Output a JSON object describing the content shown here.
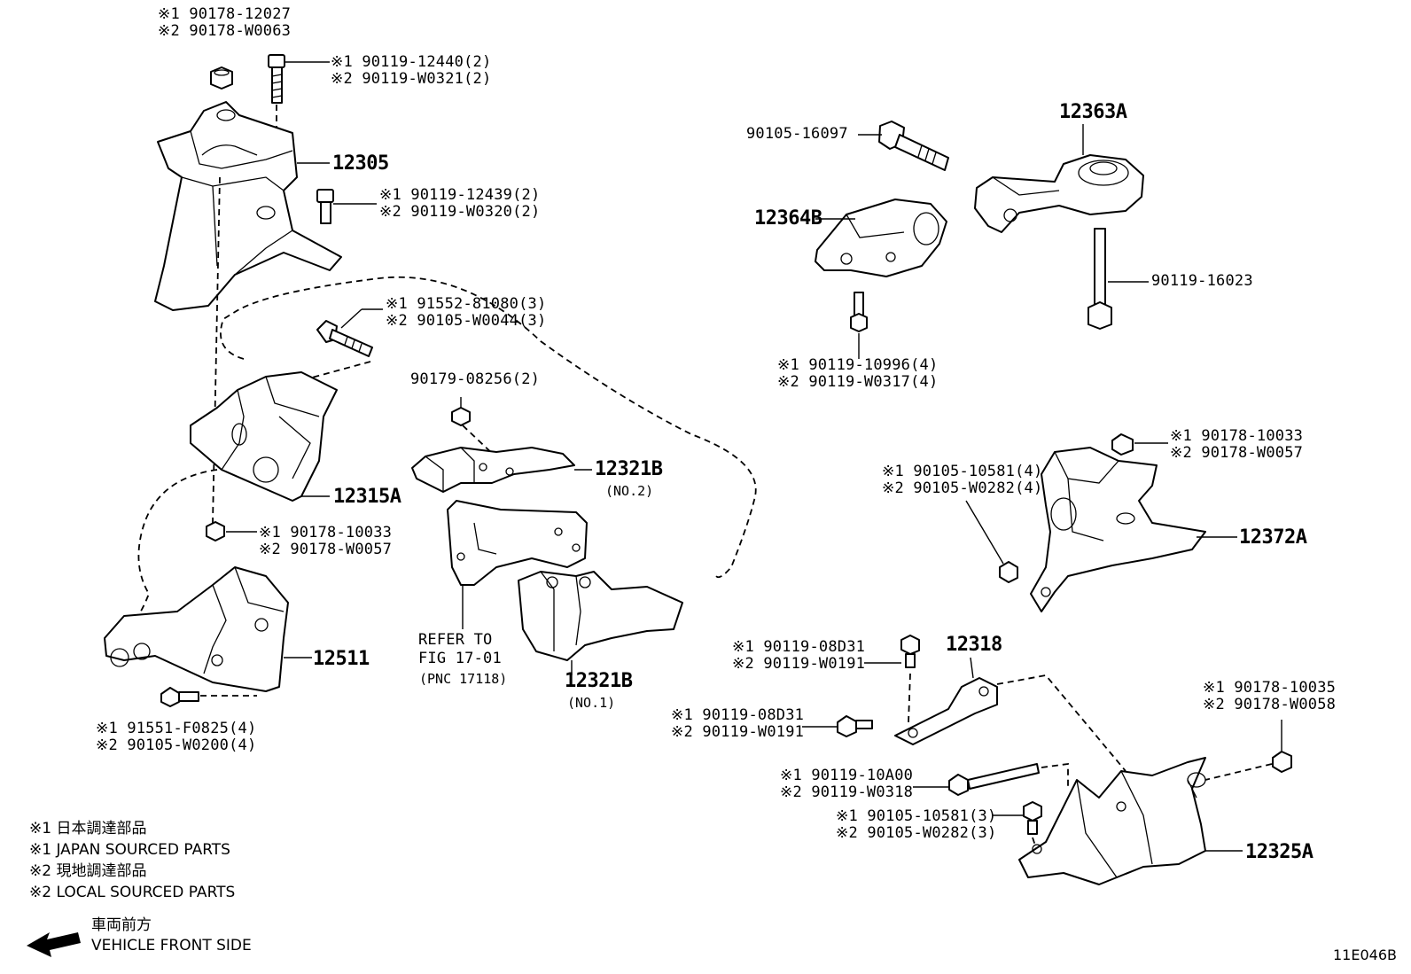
{
  "labels": {
    "nut_top_1": "※1 90178-12027",
    "nut_top_2": "※2 90178-W0063",
    "bolt_top_1": "※1 90119-12440(2)",
    "bolt_top_2": "※2 90119-W0321(2)",
    "bolt_mid_1": "※1 90119-12439(2)",
    "bolt_mid_2": "※2 90119-W0320(2)",
    "bolt_long_1": "※1 91552-81080(3)",
    "bolt_long_2": "※2 90105-W0044(3)",
    "nut_90179": "90179-08256(2)",
    "nut_left_1": "※1 90178-10033",
    "nut_left_2": "※2 90178-W0057",
    "bolt_bottom_1": "※1 91551-F0825(4)",
    "bolt_bottom_2": "※2 90105-W0200(4)",
    "bolt_90105": "90105-16097",
    "bolt_90119_16023": "90119-16023",
    "bolt_4x_1": "※1 90119-10996(4)",
    "bolt_4x_2": "※2 90119-W0317(4)",
    "nut_right_1": "※1 90178-10033",
    "nut_right_2": "※2 90178-W0057",
    "bolt_right_1": "※1 90105-10581(4)",
    "bolt_right_2": "※2 90105-W0282(4)",
    "bolt_08d31_a_1": "※1 90119-08D31",
    "bolt_08d31_a_2": "※2 90119-W0191",
    "bolt_08d31_b_1": "※1 90119-08D31",
    "bolt_08d31_b_2": "※2 90119-W0191",
    "bolt_10a00_1": "※1 90119-10A00",
    "bolt_10a00_2": "※2 90119-W0318",
    "bolt_3x_1": "※1 90105-10581(3)",
    "bolt_3x_2": "※2 90105-W0282(3)",
    "nut_10035_1": "※1 90178-10035",
    "nut_10035_2": "※2 90178-W0058",
    "refer_1": "REFER TO",
    "refer_2": "FIG 17-01",
    "refer_3": "(PNC 17118)"
  },
  "part_numbers": {
    "p12305": "12305",
    "p12315A": "12315A",
    "p12511": "12511",
    "p12321B_no2": "12321B",
    "no2": "(NO.2)",
    "p12321B_no1": "12321B",
    "no1": "(NO.1)",
    "p12363A": "12363A",
    "p12364B": "12364B",
    "p12372A": "12372A",
    "p12318": "12318",
    "p12325A": "12325A"
  },
  "legend": {
    "l1": "※1 日本調達部品",
    "l2": "※1 JAPAN SOURCED PARTS",
    "l3": "※2 現地調達部品",
    "l4": "※2 LOCAL SOURCED PARTS",
    "front_jp": "車両前方",
    "front_en": "VEHICLE FRONT SIDE"
  },
  "figure_id": "11E046B"
}
